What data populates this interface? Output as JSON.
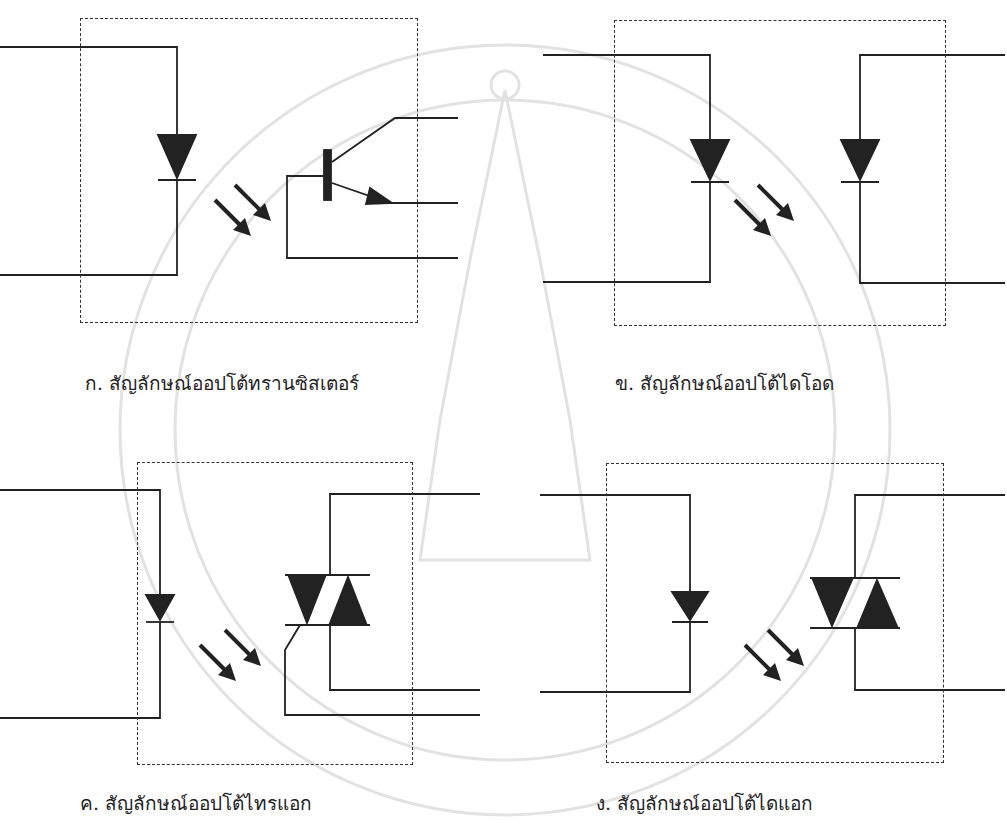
{
  "diagram": {
    "nodes": [
      {
        "text": [
          "ก. สัญลักษณ์ออปโต้ทรานซิสเตอร์"
        ]
      },
      {
        "text": [
          "ข. สัญลักษณ์ออปโต้ไดโอด"
        ]
      },
      {
        "text": [
          "ค. สัญลักษณ์ออปโต้ไทรแอก"
        ]
      },
      {
        "text": [
          "ง. สัญลักษณ์ออปโต้ไดแอก"
        ]
      }
    ]
  }
}
